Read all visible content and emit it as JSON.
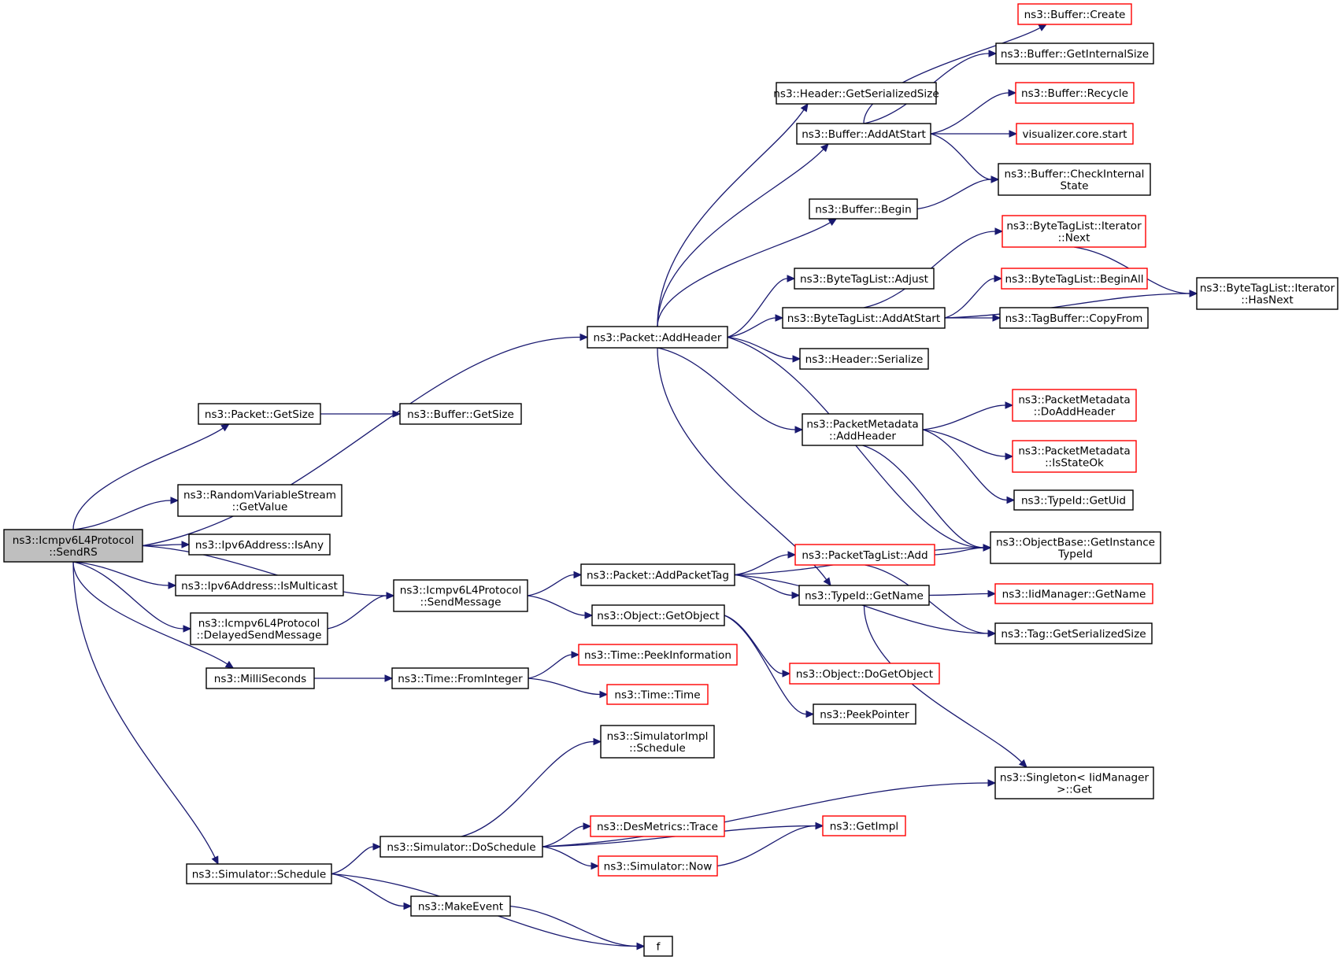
{
  "graph": {
    "root": "ns3::Icmpv6L4Protocol::SendRS",
    "colors": {
      "edge": "#191970",
      "node_border": "#000000",
      "node_border_red": "#ff0000",
      "root_fill": "#bfbfbf"
    },
    "nodes": [
      {
        "id": "sendrs",
        "label": [
          "ns3::Icmpv6L4Protocol",
          "::SendRS"
        ],
        "root": true
      },
      {
        "id": "addheader",
        "label": [
          "ns3::Packet::AddHeader"
        ]
      },
      {
        "id": "getsize",
        "label": [
          "ns3::Packet::GetSize"
        ]
      },
      {
        "id": "bufgetsize",
        "label": [
          "ns3::Buffer::GetSize"
        ]
      },
      {
        "id": "rvsget",
        "label": [
          "ns3::RandomVariableStream",
          "::GetValue"
        ]
      },
      {
        "id": "isany",
        "label": [
          "ns3::Ipv6Address::IsAny"
        ]
      },
      {
        "id": "ismulti",
        "label": [
          "ns3::Ipv6Address::IsMulticast"
        ]
      },
      {
        "id": "delayed",
        "label": [
          "ns3::Icmpv6L4Protocol",
          "::DelayedSendMessage"
        ]
      },
      {
        "id": "millis",
        "label": [
          "ns3::MilliSeconds"
        ]
      },
      {
        "id": "sched",
        "label": [
          "ns3::Simulator::Schedule"
        ]
      },
      {
        "id": "sendmsg",
        "label": [
          "ns3::Icmpv6L4Protocol",
          "::SendMessage"
        ]
      },
      {
        "id": "fromint",
        "label": [
          "ns3::Time::FromInteger"
        ]
      },
      {
        "id": "dosched",
        "label": [
          "ns3::Simulator::DoSchedule"
        ]
      },
      {
        "id": "makeevent",
        "label": [
          "ns3::MakeEvent"
        ]
      },
      {
        "id": "f",
        "label": [
          "f"
        ]
      },
      {
        "id": "addptag",
        "label": [
          "ns3::Packet::AddPacketTag"
        ]
      },
      {
        "id": "getobj",
        "label": [
          "ns3::Object::GetObject"
        ]
      },
      {
        "id": "peekinfo",
        "label": [
          "ns3::Time::PeekInformation"
        ],
        "red": true
      },
      {
        "id": "time",
        "label": [
          "ns3::Time::Time"
        ],
        "red": true
      },
      {
        "id": "simimpl",
        "label": [
          "ns3::SimulatorImpl",
          "::Schedule"
        ]
      },
      {
        "id": "desm",
        "label": [
          "ns3::DesMetrics::Trace"
        ],
        "red": true
      },
      {
        "id": "simnow",
        "label": [
          "ns3::Simulator::Now"
        ],
        "red": true
      },
      {
        "id": "hdrsize",
        "label": [
          "ns3::Header::GetSerializedSize"
        ]
      },
      {
        "id": "bufadd",
        "label": [
          "ns3::Buffer::AddAtStart"
        ]
      },
      {
        "id": "bufbegin",
        "label": [
          "ns3::Buffer::Begin"
        ]
      },
      {
        "id": "btladjust",
        "label": [
          "ns3::ByteTagList::Adjust"
        ]
      },
      {
        "id": "btladd",
        "label": [
          "ns3::ByteTagList::AddAtStart"
        ]
      },
      {
        "id": "hdrser",
        "label": [
          "ns3::Header::Serialize"
        ]
      },
      {
        "id": "pmaddh",
        "label": [
          "ns3::PacketMetadata",
          "::AddHeader"
        ]
      },
      {
        "id": "ptladd",
        "label": [
          "ns3::PacketTagList::Add"
        ],
        "red": true
      },
      {
        "id": "typegetname",
        "label": [
          "ns3::TypeId::GetName"
        ]
      },
      {
        "id": "dogetobj",
        "label": [
          "ns3::Object::DoGetObject"
        ],
        "red": true
      },
      {
        "id": "peekptr",
        "label": [
          "ns3::PeekPointer"
        ]
      },
      {
        "id": "getimpl",
        "label": [
          "ns3::GetImpl"
        ],
        "red": true
      },
      {
        "id": "bufcreate",
        "label": [
          "ns3::Buffer::Create"
        ],
        "red": true
      },
      {
        "id": "bufgetint",
        "label": [
          "ns3::Buffer::GetInternalSize"
        ]
      },
      {
        "id": "bufrecycle",
        "label": [
          "ns3::Buffer::Recycle"
        ],
        "red": true
      },
      {
        "id": "vizstart",
        "label": [
          "visualizer.core.start"
        ],
        "red": true
      },
      {
        "id": "bufcheck",
        "label": [
          "ns3::Buffer::CheckInternal",
          "State"
        ]
      },
      {
        "id": "btlitnext",
        "label": [
          "ns3::ByteTagList::Iterator",
          "::Next"
        ],
        "red": true
      },
      {
        "id": "btlbeginall",
        "label": [
          "ns3::ByteTagList::BeginAll"
        ],
        "red": true
      },
      {
        "id": "tagbufcopy",
        "label": [
          "ns3::TagBuffer::CopyFrom"
        ]
      },
      {
        "id": "pmdoadd",
        "label": [
          "ns3::PacketMetadata",
          "::DoAddHeader"
        ],
        "red": true
      },
      {
        "id": "pmstate",
        "label": [
          "ns3::PacketMetadata",
          "::IsStateOk"
        ],
        "red": true
      },
      {
        "id": "typeuid",
        "label": [
          "ns3::TypeId::GetUid"
        ]
      },
      {
        "id": "objbase",
        "label": [
          "ns3::ObjectBase::GetInstance",
          "TypeId"
        ]
      },
      {
        "id": "iidname",
        "label": [
          "ns3::IidManager::GetName"
        ],
        "red": true
      },
      {
        "id": "taggetser",
        "label": [
          "ns3::Tag::GetSerializedSize"
        ]
      },
      {
        "id": "singleton",
        "label": [
          "ns3::Singleton< IidManager",
          " >::Get"
        ]
      },
      {
        "id": "btlhasnext",
        "label": [
          "ns3::ByteTagList::Iterator",
          "::HasNext"
        ]
      }
    ],
    "edges": [
      [
        "sendrs",
        "addheader"
      ],
      [
        "sendrs",
        "getsize"
      ],
      [
        "sendrs",
        "sendmsg"
      ],
      [
        "sendrs",
        "rvsget"
      ],
      [
        "sendrs",
        "isany"
      ],
      [
        "sendrs",
        "ismulti"
      ],
      [
        "sendrs",
        "delayed"
      ],
      [
        "sendrs",
        "millis"
      ],
      [
        "sendrs",
        "sched"
      ],
      [
        "getsize",
        "bufgetsize"
      ],
      [
        "delayed",
        "sendmsg"
      ],
      [
        "millis",
        "fromint"
      ],
      [
        "sched",
        "dosched"
      ],
      [
        "sched",
        "makeevent"
      ],
      [
        "sched",
        "f"
      ],
      [
        "makeevent",
        "f"
      ],
      [
        "sendmsg",
        "addptag"
      ],
      [
        "sendmsg",
        "getobj"
      ],
      [
        "fromint",
        "peekinfo"
      ],
      [
        "fromint",
        "time"
      ],
      [
        "dosched",
        "simimpl"
      ],
      [
        "dosched",
        "getimpl"
      ],
      [
        "dosched",
        "desm"
      ],
      [
        "dosched",
        "simnow"
      ],
      [
        "dosched",
        "singleton"
      ],
      [
        "simnow",
        "getimpl"
      ],
      [
        "addheader",
        "hdrsize"
      ],
      [
        "addheader",
        "bufadd"
      ],
      [
        "addheader",
        "bufbegin"
      ],
      [
        "addheader",
        "btladjust"
      ],
      [
        "addheader",
        "btladd"
      ],
      [
        "addheader",
        "hdrser"
      ],
      [
        "addheader",
        "pmaddh"
      ],
      [
        "addheader",
        "objbase"
      ],
      [
        "addheader",
        "typegetname"
      ],
      [
        "addptag",
        "objbase"
      ],
      [
        "addptag",
        "ptladd"
      ],
      [
        "addptag",
        "typegetname"
      ],
      [
        "addptag",
        "taggetser"
      ],
      [
        "getobj",
        "dogetobj"
      ],
      [
        "getobj",
        "peekptr"
      ],
      [
        "bufadd",
        "bufcreate"
      ],
      [
        "bufadd",
        "bufgetint"
      ],
      [
        "bufadd",
        "bufrecycle"
      ],
      [
        "bufadd",
        "vizstart"
      ],
      [
        "bufadd",
        "bufcheck"
      ],
      [
        "bufbegin",
        "bufcheck"
      ],
      [
        "btladd",
        "btlitnext"
      ],
      [
        "btladd",
        "btlbeginall"
      ],
      [
        "btladd",
        "tagbufcopy"
      ],
      [
        "btladd",
        "btlhasnext"
      ],
      [
        "btlitnext",
        "btlhasnext"
      ],
      [
        "pmaddh",
        "pmdoadd"
      ],
      [
        "pmaddh",
        "pmstate"
      ],
      [
        "pmaddh",
        "typeuid"
      ],
      [
        "pmaddh",
        "objbase"
      ],
      [
        "ptladd",
        "objbase"
      ],
      [
        "ptladd",
        "taggetser"
      ],
      [
        "typegetname",
        "iidname"
      ],
      [
        "typegetname",
        "singleton"
      ]
    ]
  }
}
